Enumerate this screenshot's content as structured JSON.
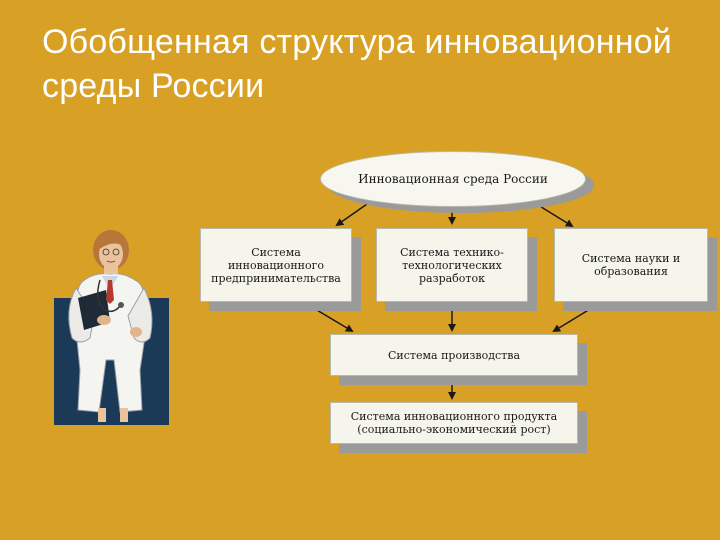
{
  "slide": {
    "title": "Обобщенная структура инновационной среды России"
  },
  "diagram": {
    "root": "Инновационная среда России",
    "level1": [
      "Система\nинновационного\nпредпринимательства",
      "Система технико-\nтехнологических\nразработок",
      "Система науки и\nобразования"
    ],
    "production": "Система производства",
    "product": "Система инновационного продукта\n(социально-экономический рост)"
  },
  "colors": {
    "background": "#d8a024",
    "box_fill": "#f5f5ec",
    "box_shadow": "#9a9a9a",
    "arrow": "#1a1a1a"
  },
  "illustration": {
    "icon": "doctor-clipart"
  }
}
